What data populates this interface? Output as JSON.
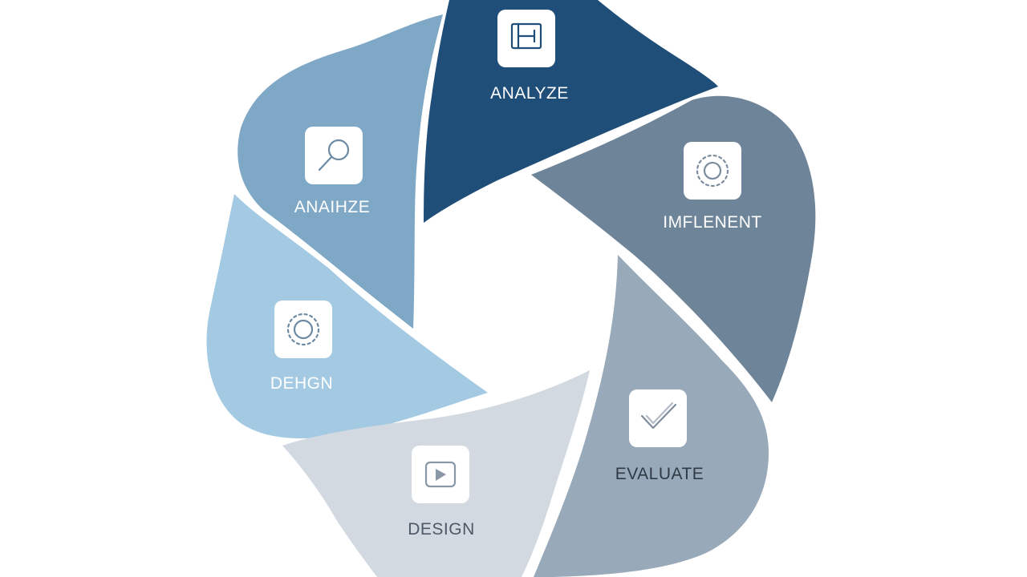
{
  "diagram": {
    "segments": [
      {
        "label": "ANALYZE",
        "icon": "blueprint-icon",
        "color": "#1f4e79"
      },
      {
        "label": "IMFLENENT",
        "icon": "gear-icon",
        "color": "#6e8499"
      },
      {
        "label": "EVALUATE",
        "icon": "checkmark-icon",
        "color": "#98a9b9"
      },
      {
        "label": "DESIGN",
        "icon": "play-icon",
        "color": "#d2d9e1"
      },
      {
        "label": "DEHGN",
        "icon": "gear-icon",
        "color": "#a3cae2"
      },
      {
        "label": "ANAIHZE",
        "icon": "magnifier-icon",
        "color": "#7fa8c6"
      }
    ]
  }
}
